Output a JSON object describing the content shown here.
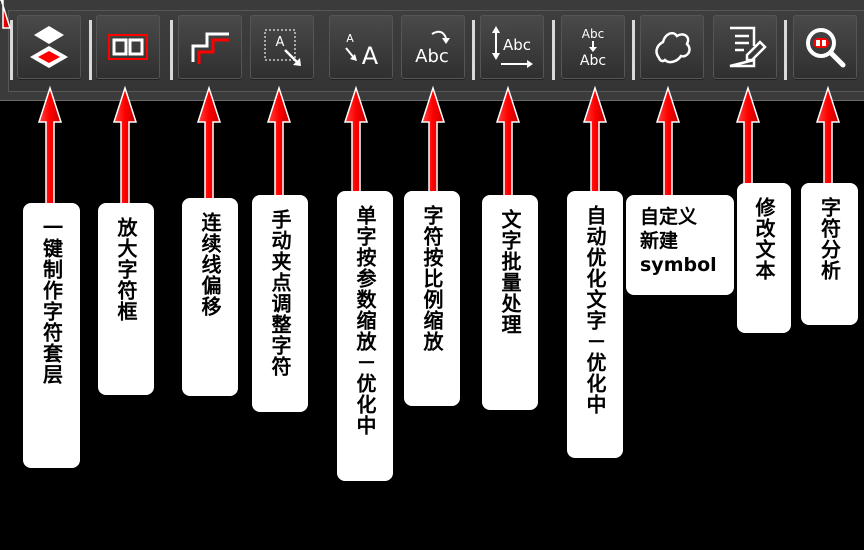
{
  "labels": {
    "layer": "一键制作字符套层",
    "zoom_box": "放大字符框",
    "offset": "连续线偏移",
    "manual_adjust": "手动夹点调整字符",
    "param_scale": "单字按参数缩放－优化中",
    "ratio_scale": "字符按比例缩放",
    "batch": "文字批量处理",
    "auto_optimize": "自动优化文字－优化中",
    "new_symbol": "自定义\n新建\nsymbol",
    "edit_text": "修改文本",
    "analyze": "字符分析"
  },
  "icons": {
    "abc": "Abc",
    "a_small": "A",
    "a_large": "A",
    "a_frame": "A"
  },
  "colors": {
    "accent": "#ff0000",
    "toolbar": "#3b3b3b",
    "button": "#404040",
    "icon": "#ffffff",
    "label_bg": "#ffffff"
  }
}
